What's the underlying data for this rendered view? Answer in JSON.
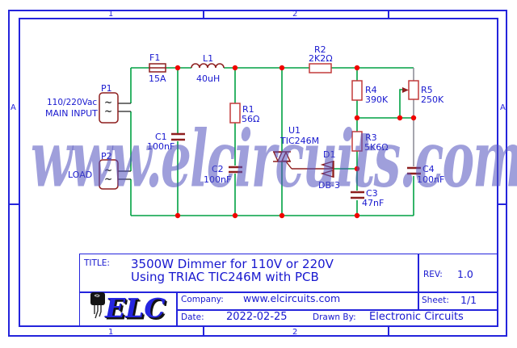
{
  "frame": {
    "zone_top_1": "1",
    "zone_top_2": "2",
    "zone_bottom_1": "1",
    "zone_bottom_2": "2",
    "zone_left": "A",
    "zone_right": "A"
  },
  "watermark": {
    "text": "www.elcircuits.com"
  },
  "schematic": {
    "pin_symbol": "~",
    "p1": {
      "ref": "P1",
      "desc1": "110/220Vac",
      "desc2": "MAIN INPUT"
    },
    "p2": {
      "ref": "P2",
      "desc": "LOAD"
    },
    "f1": {
      "ref": "F1",
      "value": "15A"
    },
    "l1": {
      "ref": "L1",
      "value": "40uH"
    },
    "r1": {
      "ref": "R1",
      "value": "56Ω"
    },
    "r2": {
      "ref": "R2",
      "value": "2K2Ω"
    },
    "r3": {
      "ref": "R3",
      "value": "5K6Ω"
    },
    "r4": {
      "ref": "R4",
      "value": "390K"
    },
    "r5": {
      "ref": "R5",
      "value": "250K"
    },
    "c1": {
      "ref": "C1",
      "value": "100nF"
    },
    "c2": {
      "ref": "C2",
      "value": "100nF"
    },
    "c3": {
      "ref": "C3",
      "value": "47nF"
    },
    "c4": {
      "ref": "C4",
      "value": "100nF"
    },
    "u1": {
      "ref": "U1",
      "value": "TIC246M"
    },
    "d1": {
      "ref": "D1",
      "value": "DB-3"
    }
  },
  "title_block": {
    "title_label": "TITLE:",
    "title_line1": "3500W Dimmer for 110V or 220V",
    "title_line2": "Using TRIAC TIC246M with PCB",
    "rev_label": "REV:",
    "rev": "1.0",
    "company_label": "Company:",
    "company": "www.elcircuits.com",
    "sheet_label": "Sheet:",
    "sheet": "1/1",
    "date_label": "Date:",
    "date": "2022-02-25",
    "drawn_label": "Drawn By:",
    "drawn_by": "Electronic Circuits",
    "logo_text": "ELC"
  },
  "colors": {
    "blue": "#1818cf",
    "frame": "#2424dc",
    "green": "#00a143",
    "maroon": "#8e1f1f",
    "rred": "#c23a3a",
    "dot": "#f00400",
    "logo": "#2525e0"
  }
}
